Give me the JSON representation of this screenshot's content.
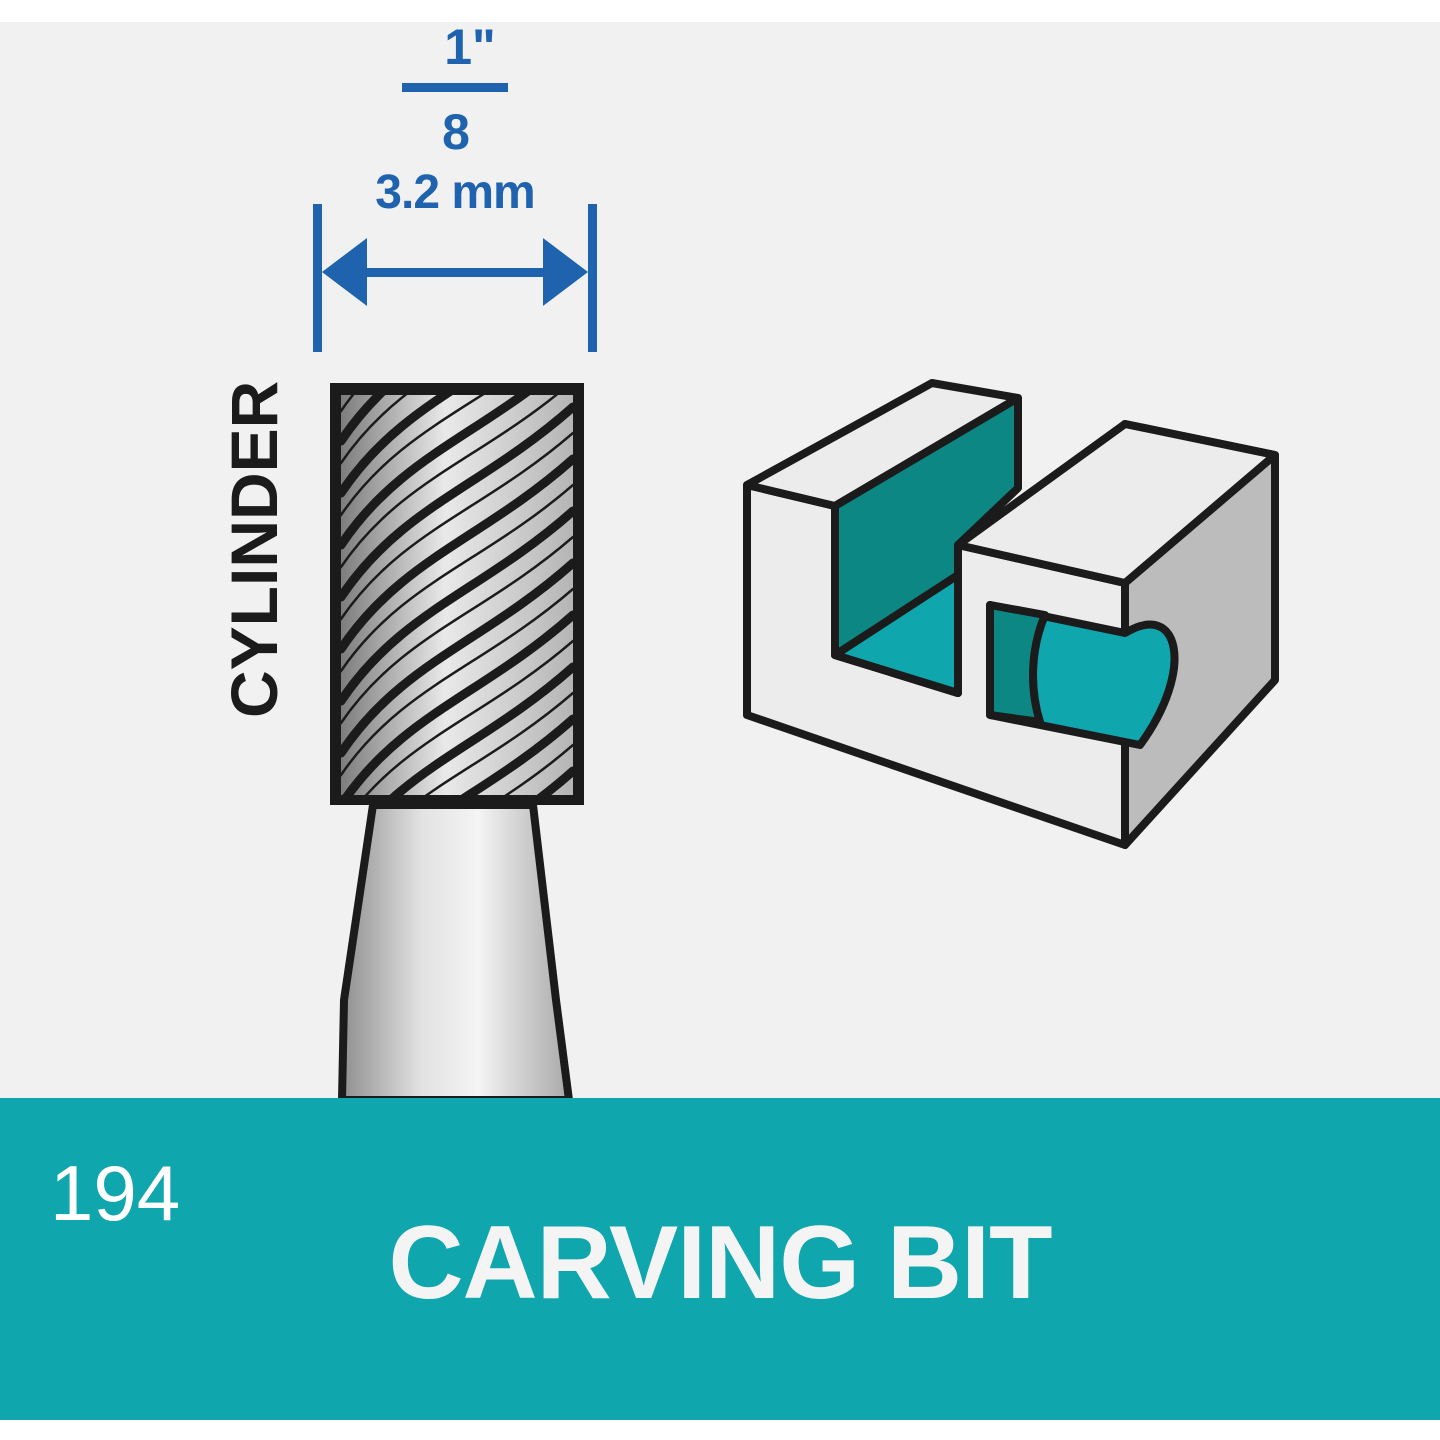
{
  "dimension": {
    "fraction_numerator": "1\"",
    "fraction_denominator": "8",
    "metric": "3.2 mm"
  },
  "shape_label": "CYLINDER",
  "product": {
    "number": "194",
    "name": "CARVING BIT"
  },
  "colors": {
    "background": "#f1f1f1",
    "dimension_blue": "#1f63ae",
    "teal": "#0fa6ad",
    "teal_dark": "#0c8784",
    "block_front": "#ececec",
    "block_side": "#bcbcbc",
    "outline": "#1b1b1b"
  },
  "icons": [
    "dimension-arrow-icon",
    "cylinder-bit-icon",
    "carved-block-icon"
  ]
}
